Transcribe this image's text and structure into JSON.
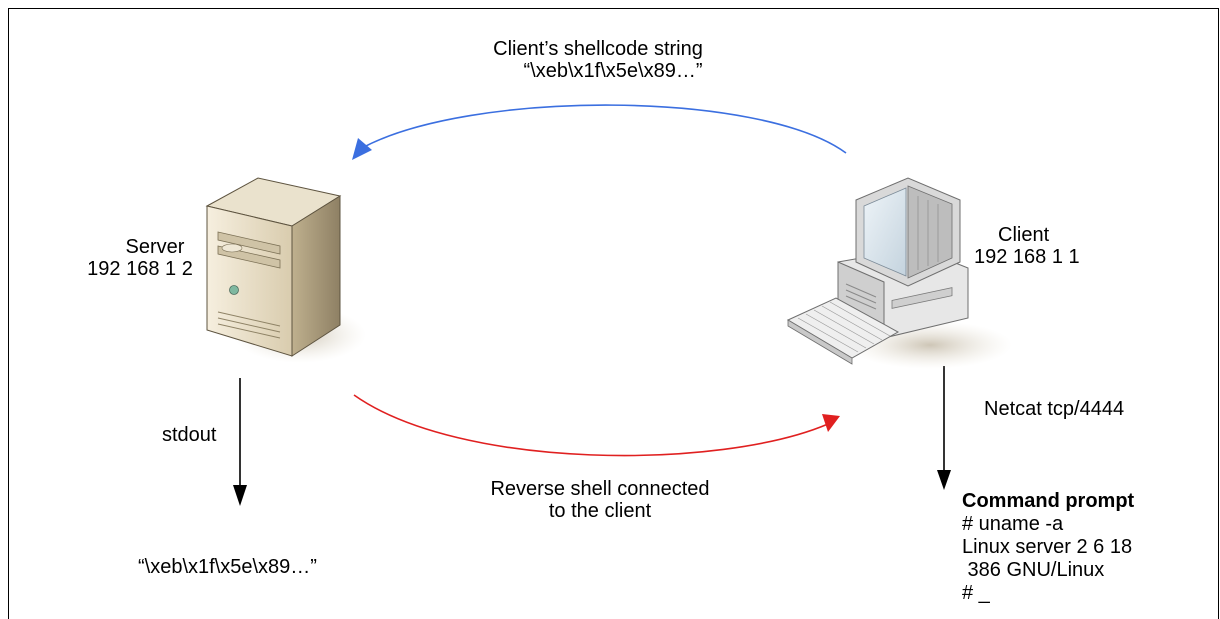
{
  "top_label": {
    "line1": "Client’s shellcode string",
    "line2": "“\\xeb\\x1f\\x5e\\x89…”"
  },
  "server": {
    "name": "Server",
    "ip": "192 168 1 2"
  },
  "client": {
    "name": "Client",
    "ip": "192 168 1 1"
  },
  "stdout_label": "stdout",
  "stdout_value": "“\\xeb\\x1f\\x5e\\x89…”",
  "netcat_label": "Netcat tcp/4444",
  "reverse_label": {
    "line1": "Reverse shell  connected",
    "line2": "to the client"
  },
  "command_prompt": {
    "title": "Command prompt",
    "lines": [
      "# uname -a",
      "Linux server 2 6 18",
      " 386 GNU/Linux",
      "# _"
    ]
  },
  "colors": {
    "top_arrow": "#3b6fe0",
    "bottom_arrow": "#e02020",
    "down_arrow": "#000000"
  }
}
